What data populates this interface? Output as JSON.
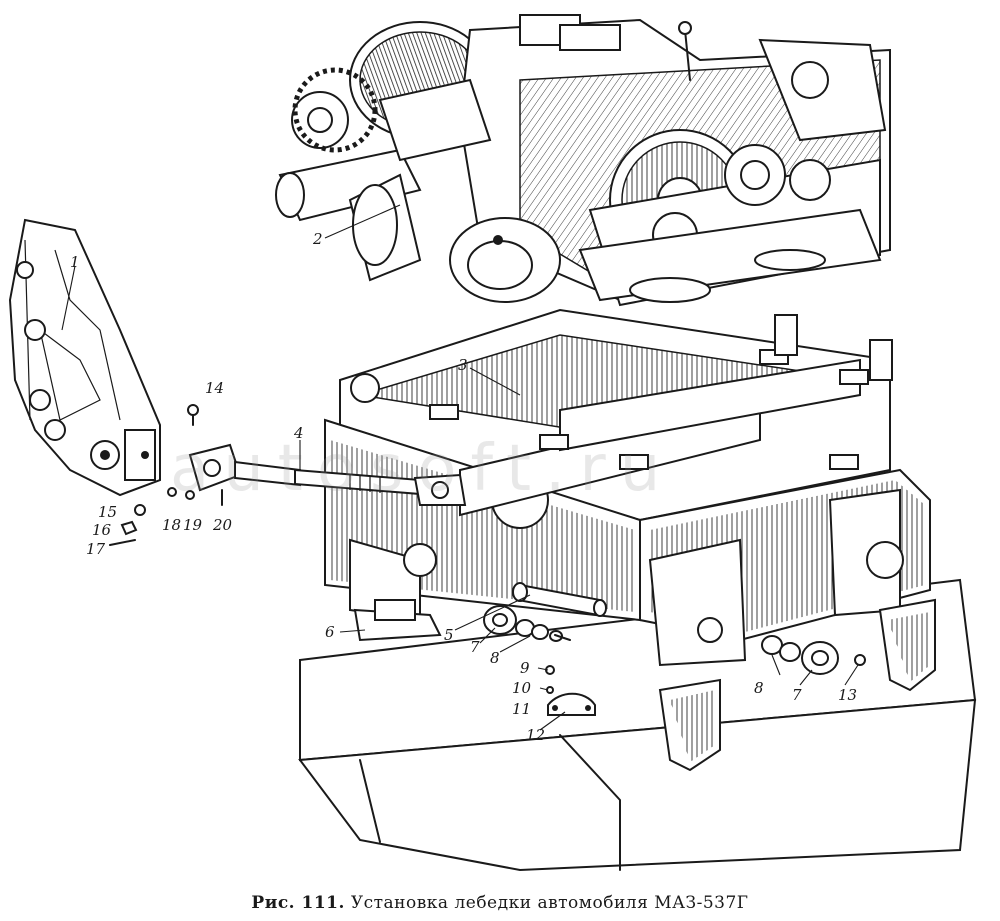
{
  "caption": {
    "label": "Рис. 111.",
    "text": "Установка лебедки автомобиля МАЗ-537Г"
  },
  "watermark": "autosoft.ru",
  "callouts": [
    "1",
    "2",
    "3",
    "4",
    "5",
    "6",
    "7",
    "7",
    "8",
    "8",
    "9",
    "10",
    "11",
    "12",
    "13",
    "14",
    "15",
    "16",
    "17",
    "18",
    "19",
    "20"
  ]
}
